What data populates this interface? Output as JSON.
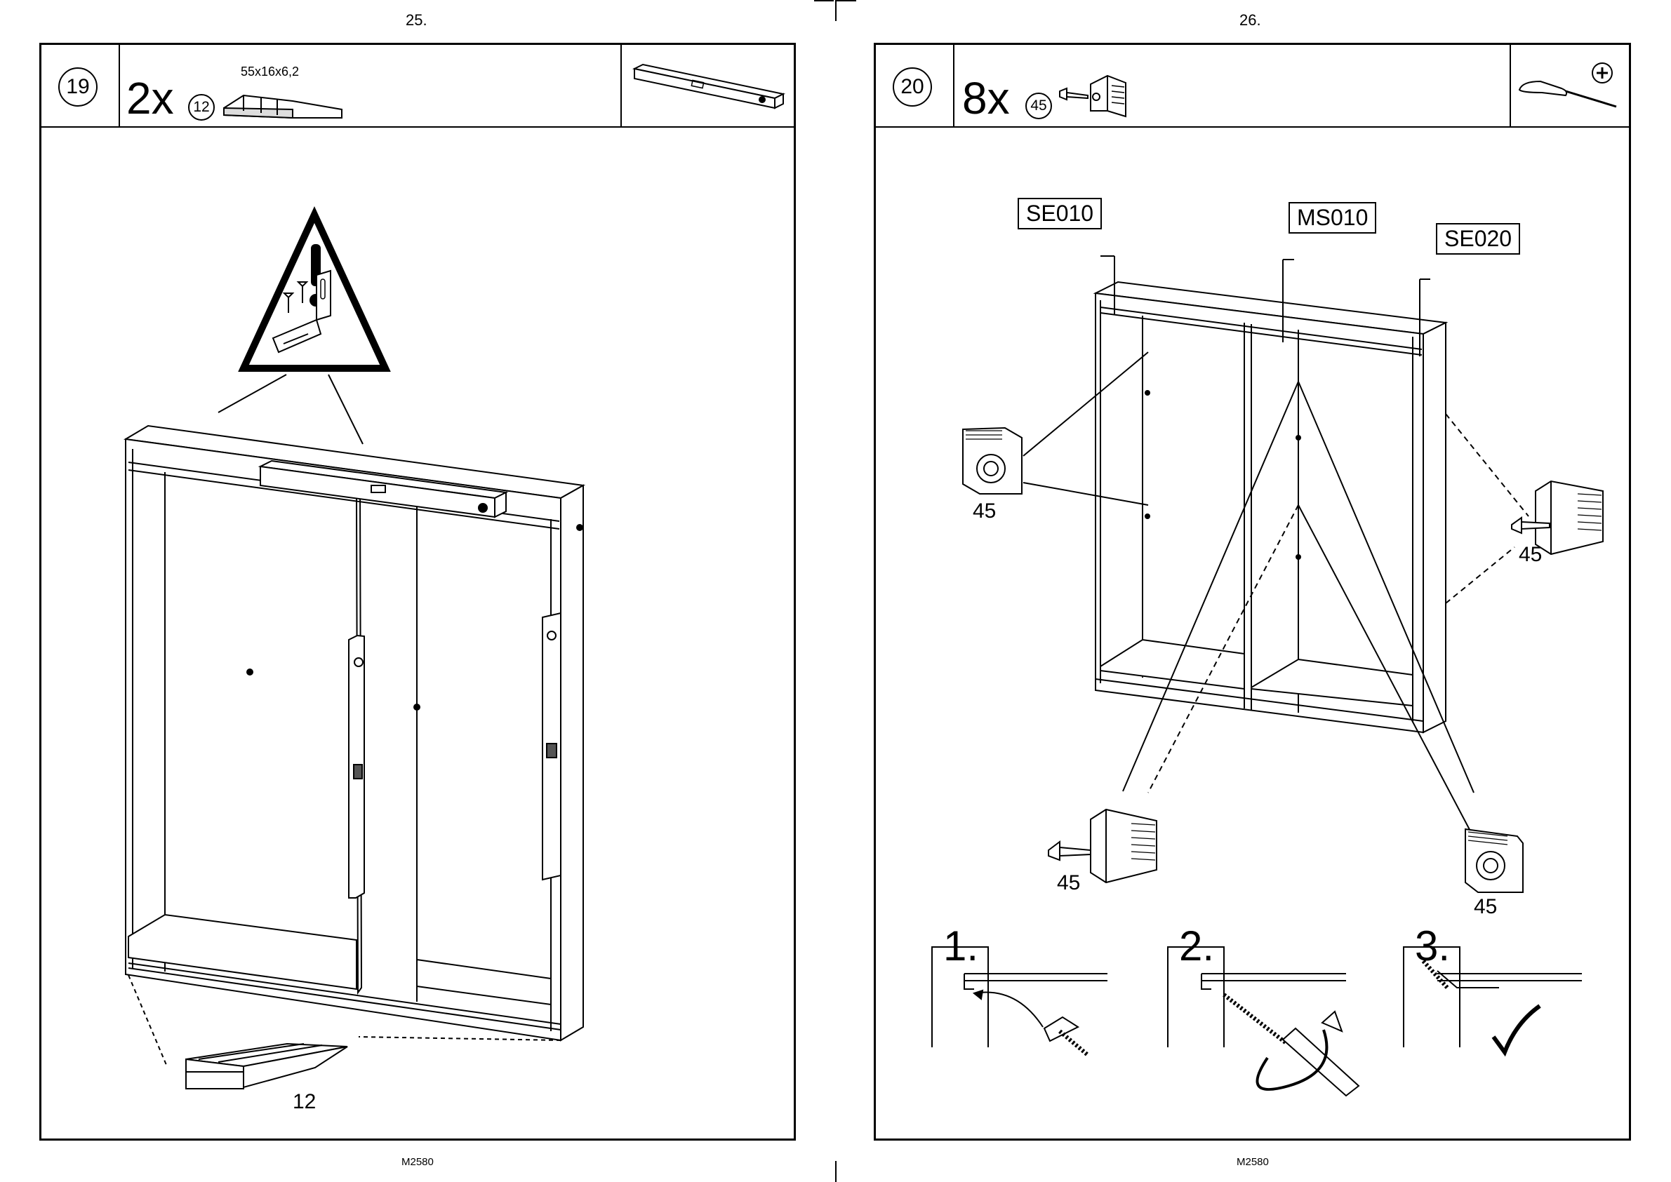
{
  "pages": [
    {
      "number": "25.",
      "footer": "M2580"
    },
    {
      "number": "26.",
      "footer": "M2580"
    }
  ],
  "step19": {
    "step": "19",
    "quantity": "2x",
    "part_number": "12",
    "part_dimensions": "55x16x6,2",
    "callout": "12",
    "tool": "spirit-level-icon"
  },
  "step20": {
    "step": "20",
    "quantity": "8x",
    "part_number": "45",
    "tool": "screwdriver-icon",
    "panel_labels": [
      "SE010",
      "MS010",
      "SE020"
    ],
    "callouts": [
      "45",
      "45",
      "45",
      "45"
    ],
    "substeps": [
      "1.",
      "2.",
      "3."
    ]
  }
}
